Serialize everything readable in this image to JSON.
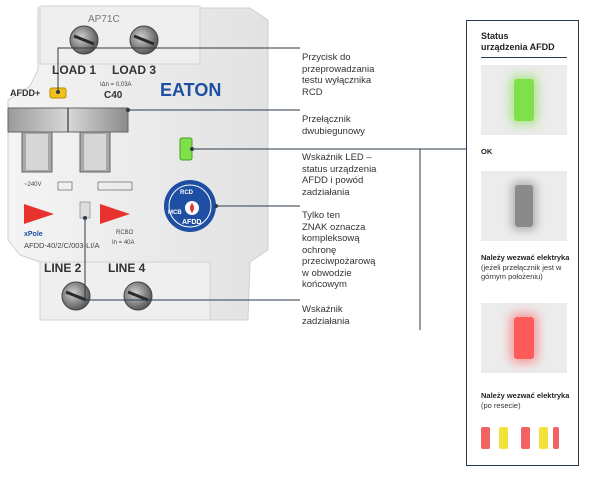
{
  "device": {
    "top_code": "AP71C",
    "load1": "LOAD  1",
    "load3": "LOAD  3",
    "afdd_plus": "AFDD+",
    "brand": "EATON",
    "rating_small": "IΔn = 0,03A",
    "rating": "C40",
    "voltage": "~240V",
    "series": "xPole",
    "model": "AFDD-40/2/C/003-LI/A",
    "rcbo": "RCBO",
    "current": "In = 40A",
    "line2": "LINE  2",
    "line4": "LINE  4",
    "seal_rcd": "RCD",
    "seal_mcb": "MCB",
    "seal_afdd": "AFDD"
  },
  "callouts": [
    "Przycisk do\nprzeprowadzania\ntestu wyłącznika\nRCD",
    "Przełącznik\ndwubiegunowy",
    "Wskaźnik LED –\nstatus urządzenia\nAFDD i powód\nzadziałania",
    "Tylko ten\nZNAK oznacza\nkompleksową\nochronę\nprzeciwpożarową\nw obwodzie\nkońcowym",
    "Wskaźnik\nzadziałania"
  ],
  "status_panel": {
    "title_line1": "Status",
    "title_line2": "urządzenia AFDD",
    "ok_label": "OK",
    "call_electrician_1_bold": "Należy wezwać elektryka",
    "call_electrician_1_note": "(jeżeli przełącznik jest w górnym położeniu)",
    "call_electrician_2_bold": "Należy wezwać elektryka",
    "call_electrician_2_note": "(po resecie)"
  },
  "colors": {
    "led_green": "#7fe04a",
    "led_grey": "#8a8a8a",
    "led_red": "#ff5a5a",
    "blink_red": "#f26262",
    "blink_yellow": "#f2e23a",
    "panel_border": "#2b3a4a",
    "brand_blue": "#1e4fa3"
  }
}
